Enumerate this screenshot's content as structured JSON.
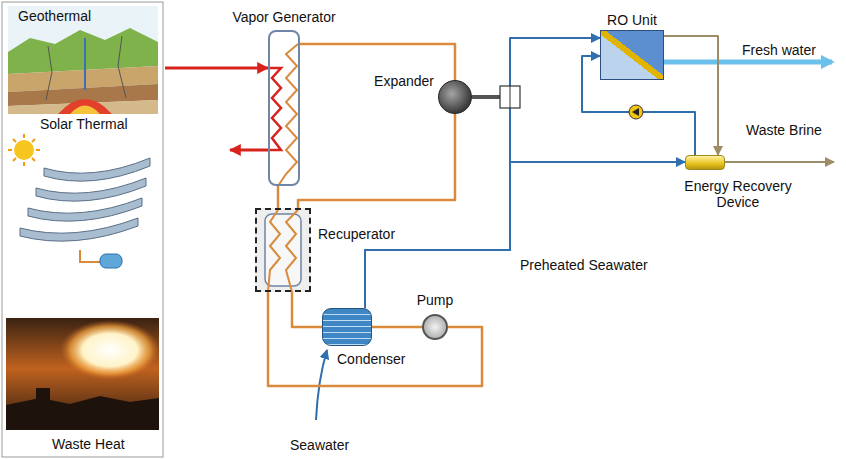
{
  "diagram": {
    "nodes": [
      {
        "text": [
          "Vapor Generator"
        ]
      },
      {
        "text": [
          "Expander"
        ]
      },
      {
        "text": [
          "Recuperator"
        ]
      },
      {
        "text": [
          "Condenser"
        ]
      },
      {
        "text": [
          "Pump"
        ]
      },
      {
        "text": [
          "RO Unit"
        ]
      },
      {
        "text": [
          "Energy Recovery Device"
        ]
      }
    ],
    "edges": [
      {
        "from": 0,
        "to": 1,
        "arrow": "none"
      },
      {
        "from": 1,
        "to": 2,
        "arrow": "none"
      },
      {
        "from": 2,
        "to": 3,
        "arrow": "none"
      },
      {
        "from": 3,
        "to": 4,
        "arrow": "none"
      },
      {
        "from": 4,
        "to": 2,
        "arrow": "none"
      },
      {
        "from": 2,
        "to": 0,
        "arrow": "none"
      },
      {
        "from": 3,
        "to": 5,
        "arrow": "to"
      },
      {
        "from": 3,
        "to": 6,
        "arrow": "to"
      },
      {
        "from": 5,
        "to": 6,
        "arrow": "to"
      },
      {
        "from": 6,
        "to": 5,
        "arrow": "to"
      }
    ],
    "labels": [
      "Geothermal",
      "Solar Thermal",
      "Waste Heat",
      "Fresh water",
      "Waste Brine",
      "Preheated Seawater",
      "Seawater"
    ]
  }
}
